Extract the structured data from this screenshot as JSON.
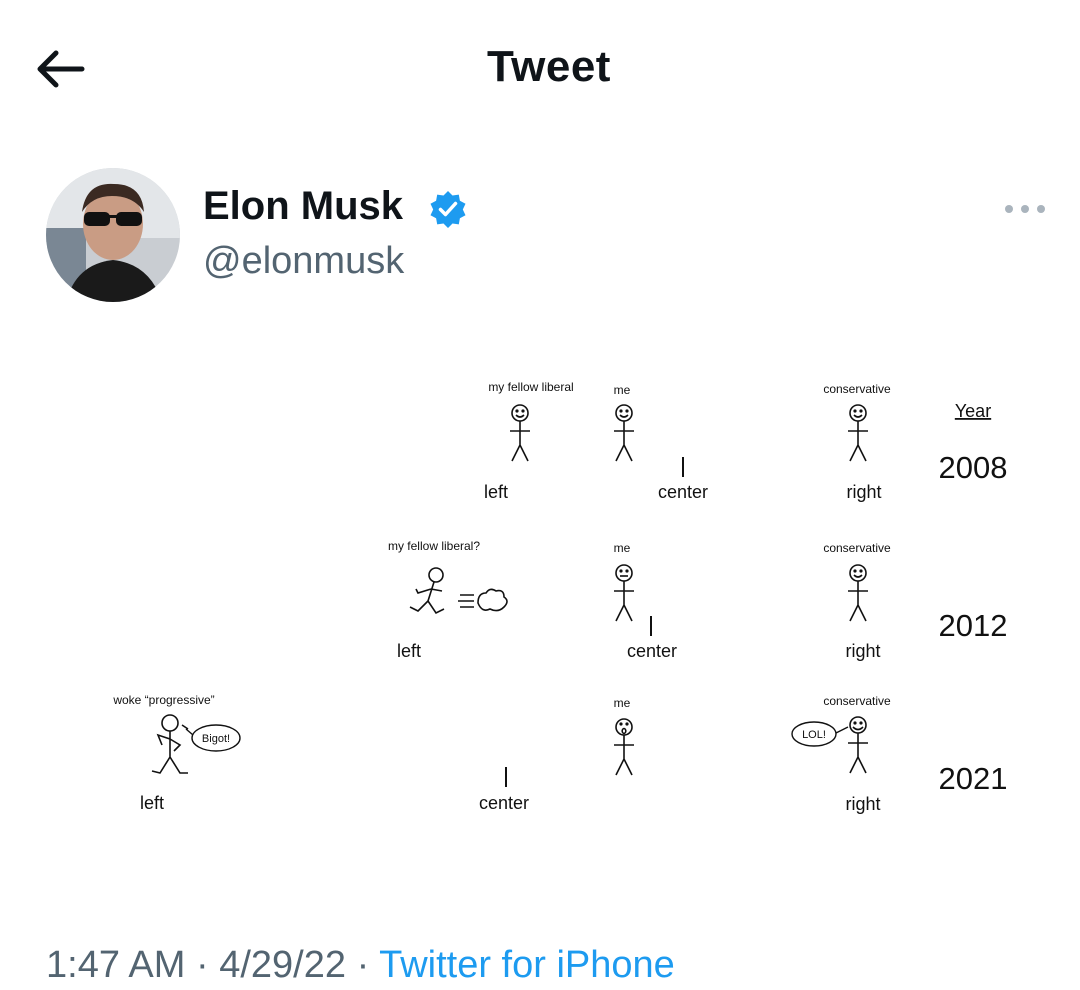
{
  "header": {
    "title": "Tweet",
    "back_icon": "arrow-left-icon"
  },
  "author": {
    "display_name": "Elon Musk",
    "handle": "@elonmusk",
    "verified_icon": "verified-badge-icon",
    "verified_color": "#1d9bf0"
  },
  "more_icon": "more-horizontal-icon",
  "image": {
    "year_heading": "Year",
    "rows": [
      {
        "year": "2008",
        "axis": {
          "left": "left",
          "center": "center",
          "right": "right"
        },
        "labels": {
          "liberal": "my fellow liberal",
          "me": "me",
          "conservative": "conservative"
        }
      },
      {
        "year": "2012",
        "axis": {
          "left": "left",
          "center": "center",
          "right": "right"
        },
        "labels": {
          "liberal": "my fellow liberal?",
          "me": "me",
          "conservative": "conservative"
        }
      },
      {
        "year": "2021",
        "axis": {
          "left": "left",
          "center": "center",
          "right": "right"
        },
        "labels": {
          "liberal": "woke “progressive”",
          "me": "me",
          "conservative": "conservative"
        },
        "speech": {
          "liberal": "Bigot!",
          "conservative": "LOL!"
        }
      }
    ],
    "colors": {
      "left": "#3a6cc2",
      "right": "#d24a3c"
    }
  },
  "meta": {
    "time": "1:47 AM",
    "sep": "·",
    "date": "4/29/22",
    "source": "Twitter for iPhone"
  }
}
